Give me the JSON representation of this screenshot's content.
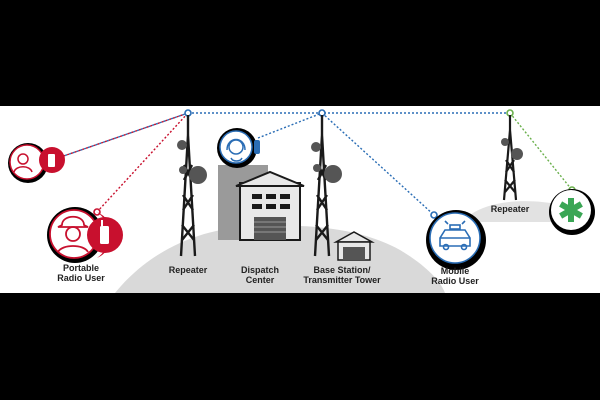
{
  "labels": {
    "portable_line1": "Portable",
    "portable_line2": "Radio User",
    "repeater_left": "Repeater",
    "dispatch_line1": "Dispatch",
    "dispatch_line2": "Center",
    "base_line1": "Base Station/",
    "base_line2": "Transmitter Tower",
    "mobile_line1": "Mobile",
    "mobile_line2": "Radio User",
    "repeater_right": "Repeater"
  },
  "colors": {
    "radio_red": "#c8102e",
    "link_blue": "#2a6db5",
    "link_green": "#6ab04c",
    "ems_green": "#3aa655",
    "structure_dark": "#1a1a1a",
    "hill_gray": "#d9d9d9"
  },
  "icons": [
    "firefighter-icon",
    "radio-icon",
    "tower-icon",
    "building-icon",
    "dispatcher-headset-icon",
    "police-car-icon",
    "star-of-life-icon",
    "garage-icon"
  ]
}
